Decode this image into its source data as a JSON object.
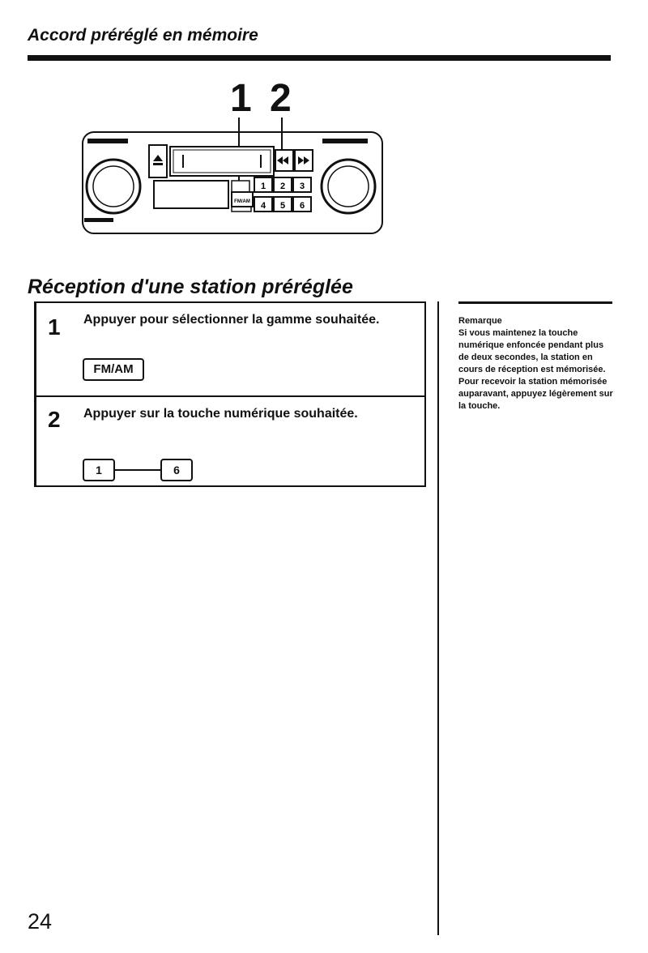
{
  "header": {
    "title": "Accord préréglé en mémoire"
  },
  "diagram": {
    "callouts": [
      "1",
      "2"
    ],
    "preset_keys": [
      "1",
      "2",
      "3",
      "4",
      "5",
      "6"
    ],
    "band_key": "FM/AM"
  },
  "section": {
    "title": "Réception d'une station préréglée"
  },
  "steps": [
    {
      "number": "1",
      "text": "Appuyer pour sélectionner la gamme souhaitée.",
      "keys": [
        "FM/AM"
      ]
    },
    {
      "number": "2",
      "text": "Appuyer sur la touche numérique souhaitée.",
      "keys": [
        "1",
        "6"
      ]
    }
  ],
  "note": {
    "heading": "Remarque",
    "body": "Si vous maintenez la touche numérique enfoncée pendant plus de deux secondes, la station en cours de réception est mémorisée. Pour recevoir la station mémorisée auparavant, appuyez légèrement sur la touche."
  },
  "footer": {
    "page_number": "24"
  }
}
